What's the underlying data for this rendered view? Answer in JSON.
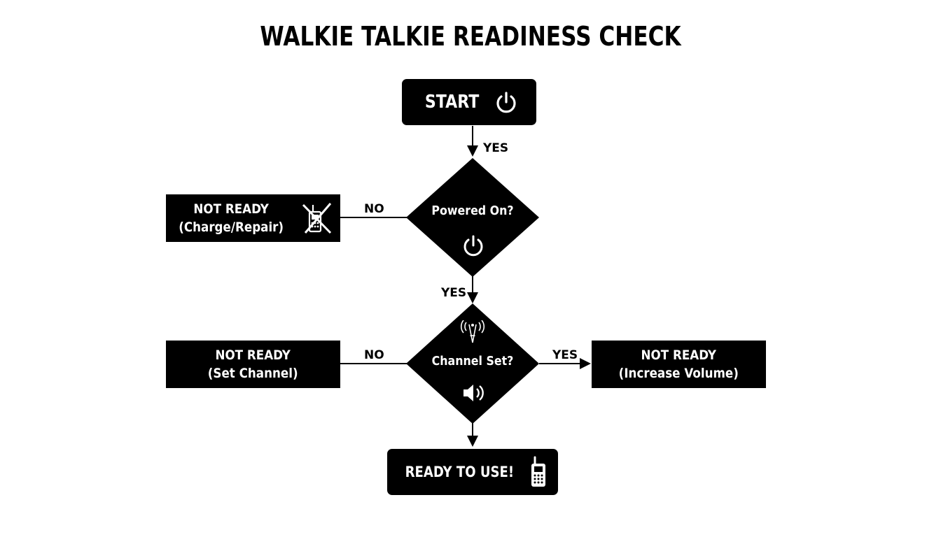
{
  "title": "WALKIE TALKIE READINESS CHECK",
  "nodes": {
    "start": {
      "label": "START",
      "icon": "power-icon"
    },
    "powered": {
      "label": "Powered On?",
      "icon": "power-icon"
    },
    "not_ready_charge": {
      "line1": "NOT READY",
      "line2": "(Charge/Repair)",
      "icon": "broken-walkie-talkie-icon"
    },
    "channel": {
      "label": "Channel Set?",
      "icon_top": "antenna-signal-icon",
      "icon_bottom": "speaker-icon"
    },
    "not_ready_channel": {
      "line1": "NOT READY",
      "line2": "(Set Channel)"
    },
    "not_ready_volume": {
      "line1": "NOT READY",
      "line2": "(Increase Volume)"
    },
    "ready": {
      "label": "READY TO USE!",
      "icon": "walkie-talkie-icon"
    }
  },
  "edges": {
    "start_to_powered": "YES",
    "powered_no": "NO",
    "powered_yes": "YES",
    "channel_no": "NO",
    "channel_yes": "YES"
  }
}
